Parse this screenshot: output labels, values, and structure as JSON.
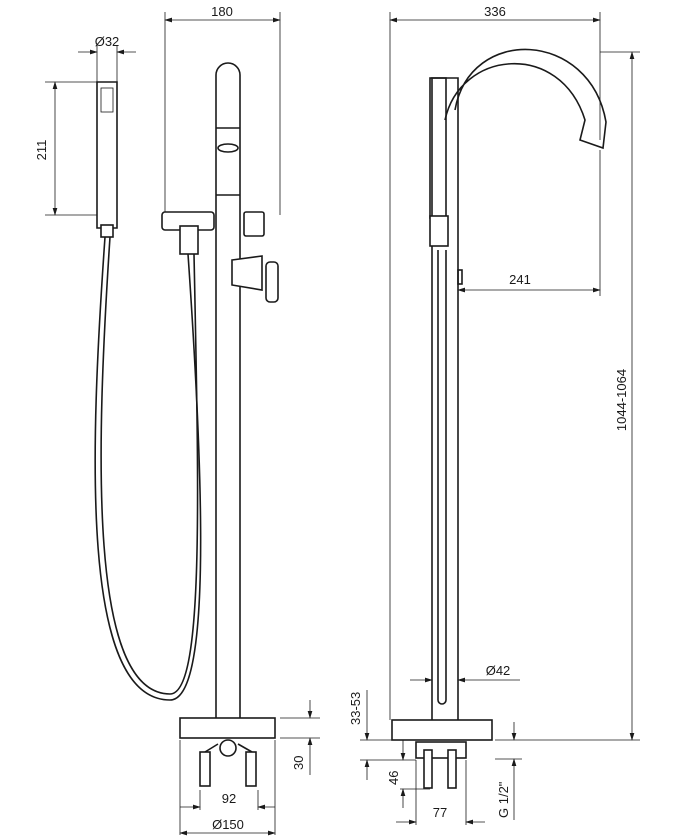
{
  "front_view": {
    "width_label": "180",
    "handshower_diameter_label": "Ø32",
    "handshower_length_label": "211",
    "base_height_label": "30",
    "bolt_spacing_label": "92",
    "base_diameter_label": "Ø150"
  },
  "side_view": {
    "total_depth_label": "336",
    "spout_reach_label": "241",
    "total_height_label": "1044-1064",
    "stem_diameter_label": "Ø42",
    "adjust_range_label": "33-53",
    "connection_depth_label": "46",
    "connection_width_label": "77",
    "thread_label": "G 1/2\""
  }
}
